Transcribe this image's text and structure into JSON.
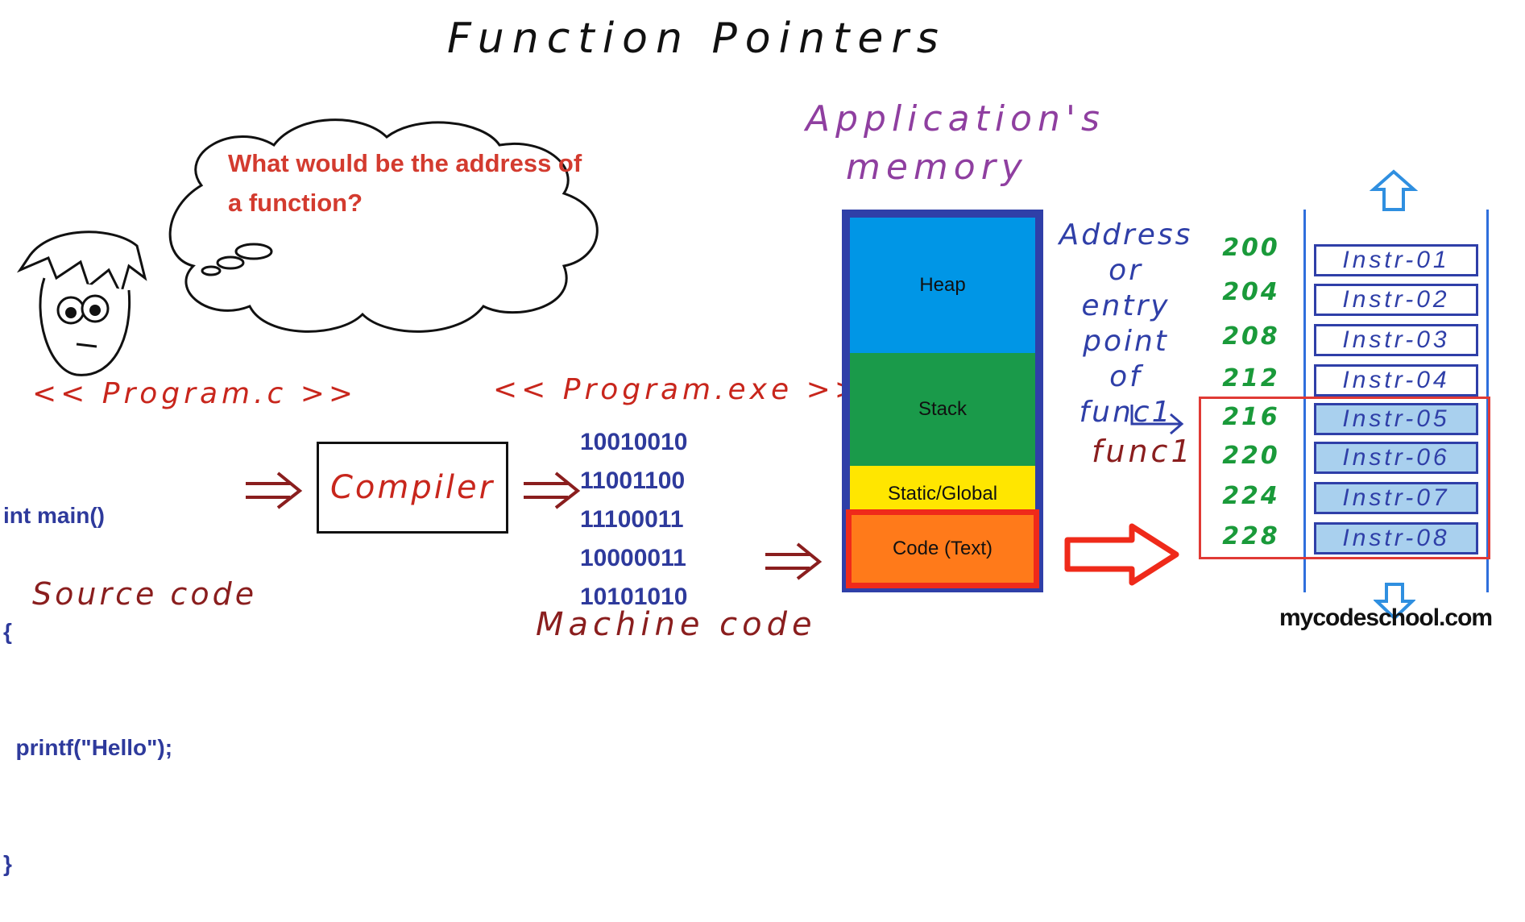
{
  "title": "Function Pointers",
  "question": "What would be the address of a function?",
  "source_file_label": "<< Program.c >>",
  "exe_file_label": "<< Program.exe >>",
  "source_code": [
    "int main()",
    "{",
    "  printf(\"Hello\");",
    "}"
  ],
  "source_code_label": "Source code",
  "compiler_label": "Compiler",
  "machine_code": [
    "10010010",
    "11001100",
    "11100011",
    "10000011",
    "10101010"
  ],
  "machine_code_label": "Machine code",
  "memory_label": [
    "Application's",
    "memory"
  ],
  "segments": {
    "heap": "Heap",
    "stack": "Stack",
    "static": "Static/Global",
    "code": "Code (Text)"
  },
  "address_annotation": [
    "Address",
    "or",
    "entry",
    "point",
    "of",
    "func1"
  ],
  "func1_label": "func1",
  "addresses": [
    "200",
    "204",
    "208",
    "212",
    "216",
    "220",
    "224",
    "228"
  ],
  "instructions": [
    "Instr-01",
    "Instr-02",
    "Instr-03",
    "Instr-04",
    "Instr-05",
    "Instr-06",
    "Instr-07",
    "Instr-08"
  ],
  "highlighted_instructions_from": 4,
  "brand": "mycodeschool.com",
  "colors": {
    "heap": "#0096e6",
    "stack": "#1a9a4a",
    "static": "#ffe600",
    "code": "#ff7a1a",
    "highlight": "#e03a35"
  }
}
